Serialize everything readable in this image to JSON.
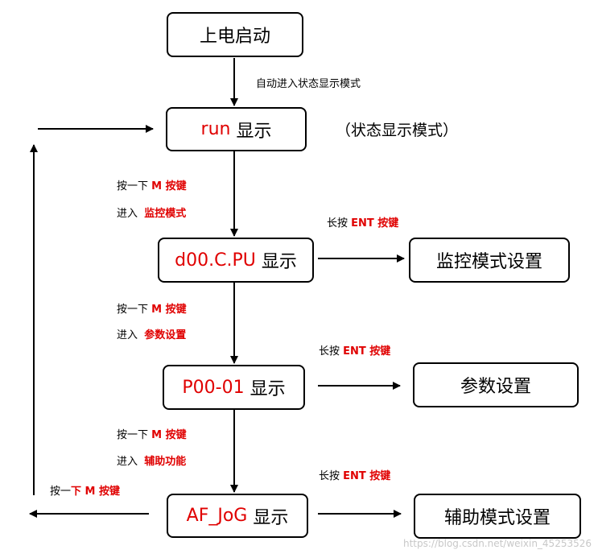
{
  "nodes": {
    "power_on": {
      "text": "上电启动"
    },
    "run": {
      "code": "run",
      "text": " 显示"
    },
    "d00": {
      "code": "d00.C.PU",
      "text": " 显示"
    },
    "p00": {
      "code": "P00-01",
      "text": " 显示"
    },
    "afjog": {
      "code": "AF_JoG",
      "text": " 显示"
    },
    "monitor_setting": {
      "text": "监控模式设置"
    },
    "param_setting": {
      "text": "参数设置"
    },
    "aux_setting": {
      "text": "辅助模式设置"
    }
  },
  "notes": {
    "auto_enter": "自动进入状态显示模式",
    "status_mode": "（状态显示模式）"
  },
  "edges": {
    "e1": {
      "press": "按一下",
      "key": "M 按键",
      "enter": "进入",
      "target": "监控模式"
    },
    "e2": {
      "press": "按一下",
      "key": "M 按键",
      "enter": "进入",
      "target": "参数设置"
    },
    "e3": {
      "press": "按一下",
      "key": "M 按键",
      "enter": "进入",
      "target": "辅助功能"
    },
    "back": {
      "press": "按一",
      "key": "下 M 按键"
    },
    "long1": {
      "prefix": "长按",
      "key": "ENT 按键"
    },
    "long2": {
      "prefix": "长按",
      "key": "ENT 按键"
    },
    "long3": {
      "prefix": "长按",
      "key": "ENT 按键"
    }
  },
  "watermark": "https://blog.csdn.net/weixin_45253526",
  "colors": {
    "accent": "#e00000",
    "line": "#000000"
  }
}
